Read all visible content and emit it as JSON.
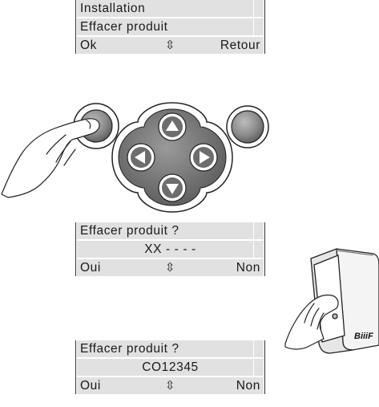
{
  "screen1": {
    "line1": "Installation",
    "line2": "Effacer produit",
    "left": "Ok",
    "scroll_symbol": "⇳",
    "right": "Retour"
  },
  "screen2": {
    "line1": "Effacer produit ?",
    "line2": "XX - - - -",
    "left": "Oui",
    "scroll_symbol": "⇳",
    "right": "Non"
  },
  "screen3": {
    "line1": "Effacer produit ?",
    "line2": "CO12345",
    "left": "Oui",
    "scroll_symbol": "⇳",
    "right": "Non"
  },
  "remote": {
    "left_button_icon": "round-button-icon",
    "dpad_icon": "direction-pad-icon",
    "right_button_icon": "round-button-icon"
  },
  "device": {
    "brand": "BiiiF",
    "icon": "receiver-device-icon"
  }
}
